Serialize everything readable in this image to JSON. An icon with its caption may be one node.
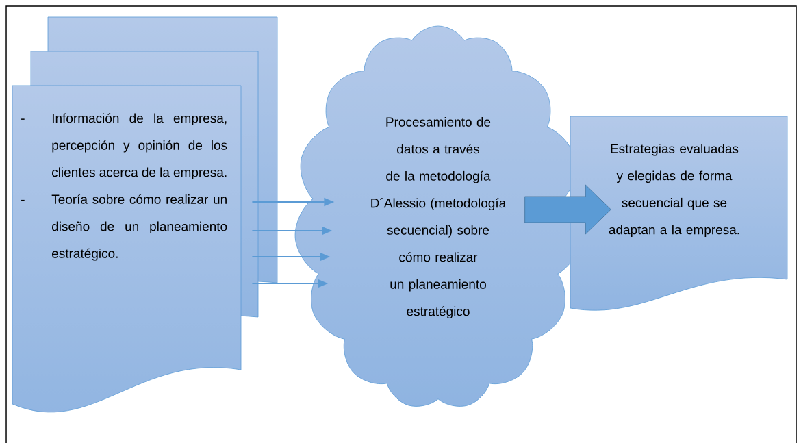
{
  "diagram": {
    "nodes": [
      {
        "text": [
          "-",
          "Información de la empresa, percepción y opinión de los clientes acerca de la empresa.",
          "-",
          "Teoría sobre cómo realizar un diseño de un planeamiento estratégico."
        ]
      },
      {
        "text": [
          "Procesamiento de datos a través de la metodología D´Alessio (metodología secuencial) sobre cómo realizar un planeamiento estratégico"
        ]
      },
      {
        "text": [
          "Estrategias evaluadas y elegidas de forma secuencial que se adaptan a la empresa."
        ]
      }
    ],
    "edges": [
      {
        "from": 0,
        "to": 1,
        "arrow": "to"
      },
      {
        "from": 0,
        "to": 1,
        "arrow": "to"
      },
      {
        "from": 0,
        "to": 1,
        "arrow": "to"
      },
      {
        "from": 0,
        "to": 1,
        "arrow": "to"
      },
      {
        "from": 1,
        "to": 2,
        "arrow": "to",
        "style": "thick"
      }
    ]
  }
}
